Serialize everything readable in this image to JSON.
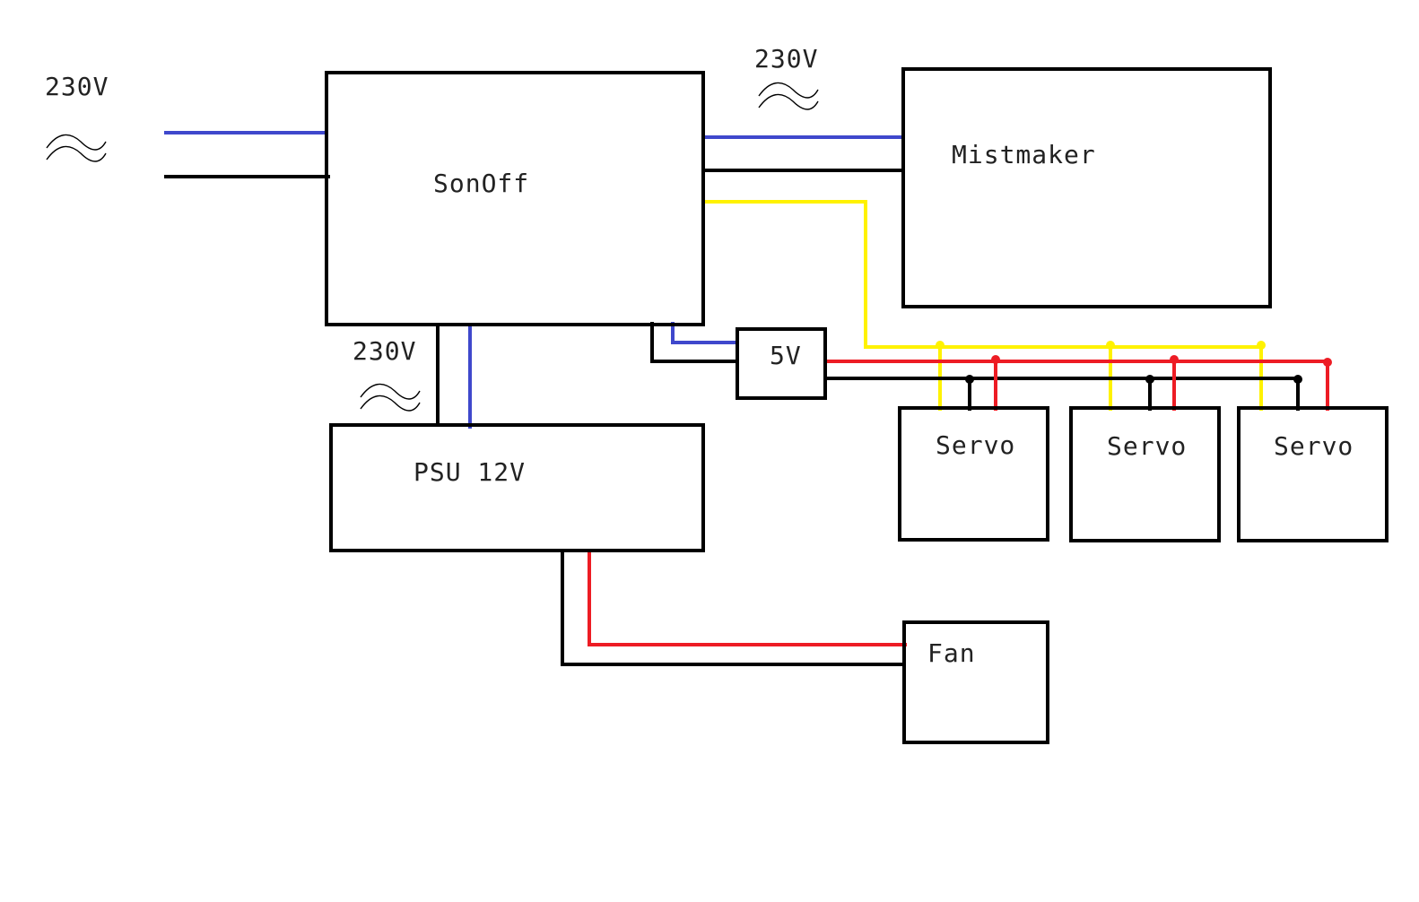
{
  "labels": {
    "mains_in": "230V",
    "mains_mistmaker": "230V",
    "mains_psu": "230V",
    "sonoff": "SonOff",
    "mistmaker": "Mistmaker",
    "psu": "PSU 12V",
    "regulator": "5V",
    "servo_1": "Servo",
    "servo_2": "Servo",
    "servo_3": "Servo",
    "fan": "Fan"
  },
  "wire_colors": {
    "neutral": "#3f48cc",
    "live": "#000000",
    "positive": "#ed1c24",
    "signal": "#fff200"
  }
}
